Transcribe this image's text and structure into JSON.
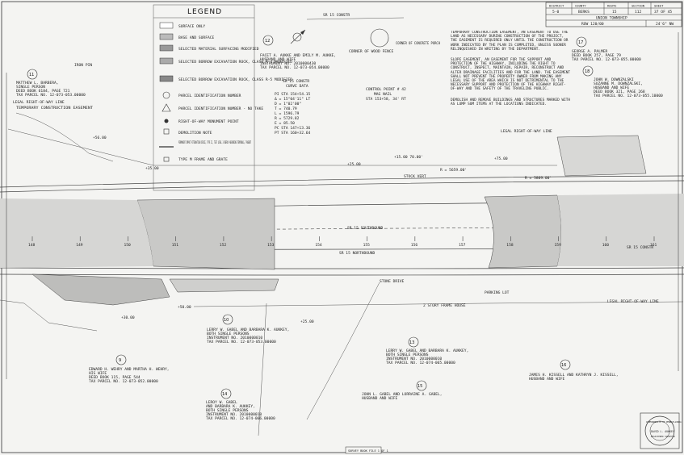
{
  "legend": {
    "title": "LEGEND",
    "items": [
      "SURFACE ONLY",
      "BASE AND SURFACE",
      "SELECTED MATERIAL SURFACING MODIFIED",
      "SELECTED BORROW EXCAVATION ROCK, CLASS R-4 MODIFIED",
      "SELECTED BORROW EXCAVATION ROCK, CLASS R-5 MODIFIED",
      "PARCEL IDENTIFICATION NUMBER",
      "PARCEL IDENTIFICATION NUMBER - NO TAKE",
      "RIGHT-OF-WAY MONUMENT POINT",
      "DEMOLITION NOTE",
      "PERMANENT IMPACT ATTENUATING DEVICE, TYPE II, TEST LEVEL 3 ENERGY ABSORBING TERMINALS, TANGENT",
      "TYPE M FRAME AND GRATE"
    ]
  },
  "title_block": {
    "headers": [
      "DISTRICT",
      "COUNTY",
      "ROUTE",
      "SECTION",
      "SHEET"
    ],
    "values": [
      "5-0",
      "BERKS",
      "15",
      "112",
      "37 OF 45"
    ],
    "township": "UNION TOWNSHIP",
    "sub_left": "ROW 120/00",
    "sub_right": "24'6\" NW"
  },
  "notes": {
    "temporary_easement": "TEMPORARY CONSTRUCTION EASEMENT, AN EASEMENT TO USE THE LAND AS NECESSARY DURING CONSTRUCTION OF THE PROJECT, THE EASEMENT IS REQUIRED ONLY UNTIL THE CONSTRUCTION OR WORK INDICATED BY THE PLAN IS COMPLETED, UNLESS SOONER RELINQUISHED IN WRITING BY THE DEPARTMENT.",
    "slope_easement": "SLOPE EASEMENT, AN EASEMENT FOR THE SUPPORT AND PROTECTION OF THE HIGHWAY, INCLUDING THE RIGHT TO CONSTRUCT, INSPECT, MAINTAIN, REPAIR, RECONSTRUCT AND ALTER DRAINAGE FACILITIES AND FOR THE LAND. THE EASEMENT SHALL NOT PREVENT THE PROPERTY OWNER FROM MAKING ANY LEGAL USE OF THE AREA WHICH IS NOT DETRIMENTAL TO THE NECESSARY SUPPORT AND PROTECTION OF THE HIGHWAY RIGHT-OF-WAY AND THE SAFETY OF THE TRAVELING PUBLIC.",
    "demolish": "DEMOLISH AND REMOVE BUILDINGS AND STRUCTURES MARKED WITH AS LUMP SUM ITEMS AT THE LOCATIONS INDICATED."
  },
  "curve_data": {
    "title": "SR 15 CONSTR",
    "subtitle": "CURVE DATA",
    "lines": [
      "PI  STA 154+54.15",
      "Δ = 15°04'11\" LT",
      "D = 1°02'00\"",
      "T = 740.79",
      "L = 1596.79",
      "R = 5729.82",
      "E = 85.50",
      "PC STA 147+13.36",
      "PT STA 160+32.64"
    ]
  },
  "control_point": [
    "CONTROL POINT # 42",
    "MAG NAIL",
    "STA 153+58, 34' RT"
  ],
  "parcels": [
    {
      "num": "11",
      "lines": [
        "MATTHEW L. BARBERA,",
        "SINGLE PERSON",
        "DEED BOOK 6184, PAGE 721",
        "TAX PARCEL NO. 12-073-053.00000"
      ]
    },
    {
      "num": "12",
      "lines": [
        "FACET A. AUKKE AND EMILY M. AUKKE,",
        "HUSBAND AND WIFE",
        "INSTRUMENT NO. 2010000430",
        "TAX PARCEL NO. 12-073-054.00000"
      ]
    },
    {
      "num": "17",
      "lines": [
        "GEORGE A. PALMER",
        "DEED BOOK 257, PAGE 79",
        "TAX PARCEL NO. 12-073-055.00000"
      ]
    },
    {
      "num": "18",
      "lines": [
        "JOHN W. DOWNZALSKI",
        "SUZANNE M. DOWNZALSKI,",
        "HUSBAND AND WIFE",
        "DEED BOOK 321, PAGE 268",
        "TAX PARCEL NO. 12-073-055.10000"
      ]
    },
    {
      "num": "9",
      "lines": [
        "EDWARD H. WEHRY AND MARTHA H. WEHRY,",
        "HIS WIFE",
        "DEED BOOK 115, PAGE 544",
        "TAX PARCEL NO. 12-073-052.00000"
      ]
    },
    {
      "num": "10",
      "lines": [
        "LERRY W. GABEL AND BARBARA K. AUKKEY,",
        "BOTH SINGLE PERSONS",
        "INSTRUMENT NO. 2010000010",
        "TAX PARCEL NO. 12-073-053.00000"
      ]
    },
    {
      "num": "13",
      "lines": [
        "LERRY W. GABEL AND BARBARA K. AUKKEY,",
        "BOTH SINGLE PERSONS",
        "INSTRUMENT NO. 2010000010",
        "TAX PARCEL NO. 12-074-065.00000"
      ]
    },
    {
      "num": "15",
      "lines": [
        "JOHN L. GABEL AND LORRAINE A. GABEL,",
        "HUSBAND AND WIFE"
      ]
    },
    {
      "num": "14",
      "lines": [
        "LEROY W. GABEL",
        "AND BARBARA K. AUKKEY,",
        "BOTH SINGLE PERSONS",
        "INSTRUMENT NO. 2010000010",
        "TAX PARCEL NO. 12-074-066.00000"
      ]
    },
    {
      "num": "16",
      "lines": [
        "JAMES H. KISSELL AND KATHRYN J. KISSELL,",
        "HUSBAND AND WIFE"
      ]
    }
  ],
  "road_labels": {
    "sb": "SR 15 SOUTHBOUND",
    "nb": "SR 15 NORTHBOUND",
    "constr": "SR 15 CONSTR",
    "constr_right": "SR 15 CONSTR",
    "legal_row": "LEGAL RIGHT-OF-WAY LINE",
    "temp_easement": "TEMPORARY CONSTRUCTION EASEMENT",
    "iron_pin": "IRON PIN",
    "corner_wood_fence": "CORNER OF WOOD FENCE",
    "corner_concrete_porch": "CORNER OF CONCRETE PORCH",
    "parking_lot": "PARKING LOT",
    "stone_drive": "STONE DRIVE",
    "frame_house": "2 STORY FRAME HOUSE",
    "fence": "STOCK VERT"
  },
  "stations": [
    "148",
    "149",
    "150",
    "151",
    "152",
    "153",
    "154",
    "155",
    "156",
    "157",
    "158",
    "159",
    "160",
    "161"
  ],
  "offsets": [
    "+35.00",
    "+56.00",
    "+25.00",
    "+75.00",
    "+50.00",
    "+25.00",
    "R = 5659.00'",
    "R = 5869.00'",
    "+15.00 70.00'",
    "+30.00"
  ],
  "stamp": [
    "COMMONWEALTH OF PENNSYLVANIA",
    "DAVID L. AUKKEY",
    "REGISTERED SURVEYOR"
  ],
  "footer_tab": "SURVEY BOOK FILE 1 OF 1"
}
